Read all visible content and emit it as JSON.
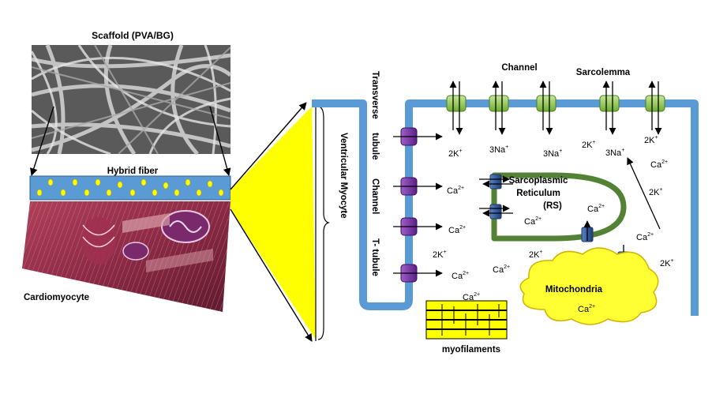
{
  "left": {
    "scaffold_title": "Scaffold (PVA/BG)",
    "hybrid_fiber": "Hybrid fiber",
    "cardiomyocyte": "Cardiomyocyte"
  },
  "middle": {
    "ventricular_myocyte": "Ventricular Myocyte"
  },
  "right": {
    "channel_top": "Channel",
    "sarcolemma": "Sarcolemma",
    "transverse": "Transverse",
    "tubule": "tubule",
    "channel_side": "Channel",
    "t_tubule": "T- tubule",
    "sr_line1": "Sarcoplasmic",
    "sr_line2": "Reticulum",
    "sr_line3": "(RS)",
    "mitochondria": "Mitochondria",
    "myofilaments": "myofilaments",
    "ions": {
      "k_a": "2K",
      "na_a": "3Na",
      "na_b": "3Na",
      "k_b": "2K",
      "na_c": "3Na",
      "k_c": "2K",
      "ca_right": "Ca",
      "k_right": "2K",
      "ca_sr_a": "Ca",
      "ca_sr_b": "Ca",
      "ca_left_a": "Ca",
      "ca_left_b": "Ca",
      "k_left": "2K",
      "k_mid": "2K",
      "ca_left_c": "Ca",
      "ca_mid": "Ca",
      "ca_myo": "Ca",
      "ca_mito": "Ca",
      "ca_lower_right": "Ca",
      "k_lower_right": "2K"
    },
    "sup": {
      "plus": "+",
      "two_plus": "2+"
    }
  },
  "colors": {
    "membrane": "#5b9bd5",
    "green_channel": "#92d050",
    "purple_channel": "#7030a0",
    "blue_channel": "#2f5597",
    "sr_border": "#548235",
    "yellow": "#ffff00",
    "mito_fill": "#ffff33"
  }
}
